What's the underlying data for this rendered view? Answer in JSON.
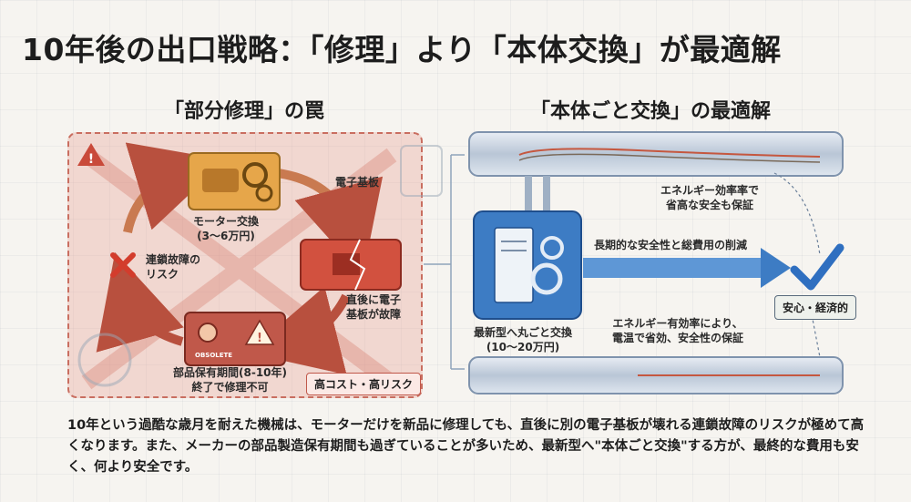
{
  "title": "10年後の出口戦略：「修理」より「本体交換」が最適解",
  "left": {
    "heading": "「部分修理」の罠",
    "motor_label": "モーター交換\n(3〜6万円)",
    "board_label": "電子基板",
    "failure_label": "直後に電子\n基板が故障",
    "chain_label": "連鎖故障の\nリスク",
    "parts_label": "部品保有期間(8-10年)\n終了で修理不可",
    "obsolete_text": "OBSOLETE",
    "badge": "高コスト・高リスク"
  },
  "right": {
    "heading": "「本体ごと交換」の最適解",
    "efficiency_top": "エネルギー効率率で\n省高な安全も保証",
    "long_term": "長期的な安全性と総費用の削減",
    "unit_label": "最新型へ丸ごと交換\n(10〜20万円)",
    "efficiency_bottom": "エネルギー有効率により、\n電温で省効、安全性の保証",
    "badge": "安心・経済的"
  },
  "description": "10年という過酷な歳月を耐えた機械は、モーターだけを新品に修理しても、直後に別の電子基板が壊れる連鎖故障のリスクが極めて高くなります。また、メーカーの部品製造保有期間も過ぎていることが多いため、最新型へ\"本体ごと交換\"する方が、最終的な費用も安く、何より安全です。",
  "colors": {
    "warning": "#c94a3a",
    "motor": "#e0a040",
    "board": "#d2513f",
    "unit": "#3d7cc4",
    "check": "#2f6fc0"
  }
}
